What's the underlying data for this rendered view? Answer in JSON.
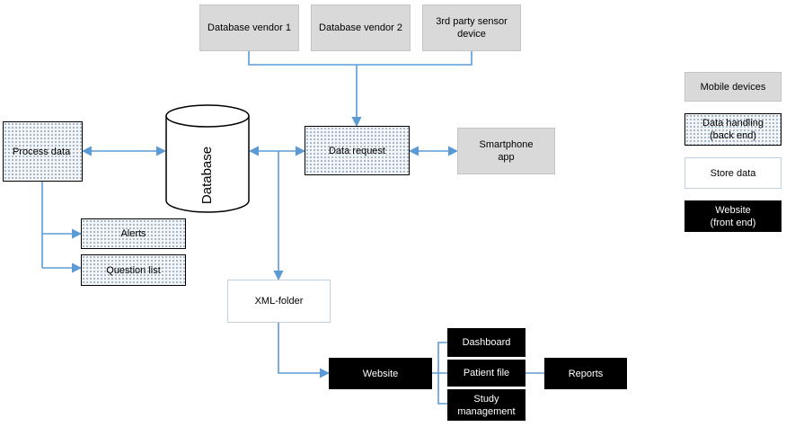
{
  "vendors": {
    "db_vendor_1": "Database vendor 1",
    "db_vendor_2": "Database vendor 2",
    "sensor_device": "3rd party sensor\ndevice"
  },
  "nodes": {
    "process_data": "Process data",
    "database": "Database",
    "data_request": "Data request",
    "smartphone_app": "Smartphone\napp",
    "alerts": "Alerts",
    "question_list": "Question list",
    "xml_folder": "XML-folder",
    "website": "Website",
    "dashboard": "Dashboard",
    "patient_file": "Patient file",
    "study_management": "Study\nmanagement",
    "reports": "Reports"
  },
  "legend": {
    "mobile_devices": "Mobile devices",
    "data_handling": "Data handling\n(back end)",
    "store_data": "Store data",
    "website_front_end": "Website\n(front end)"
  },
  "colors": {
    "connector": "#5b9bd5",
    "gray_fill": "#d9d9d9",
    "front_end_fill": "#000000"
  }
}
